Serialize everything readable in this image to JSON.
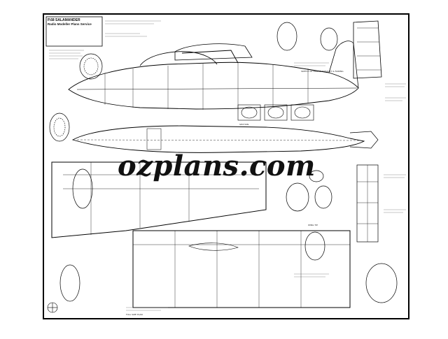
{
  "watermark": "ozplans.com",
  "title_block": {
    "model_name": "P.68 SALAMANDER",
    "subtitle": "Radio Modeller Plans Service"
  },
  "notes": {
    "fuselage": "SKETCH OF ENGINE EXHAUST & FAIRING",
    "section": "SECTION",
    "wing_tip": "WING TIP",
    "plan": "FULL SIZE PLAN"
  }
}
